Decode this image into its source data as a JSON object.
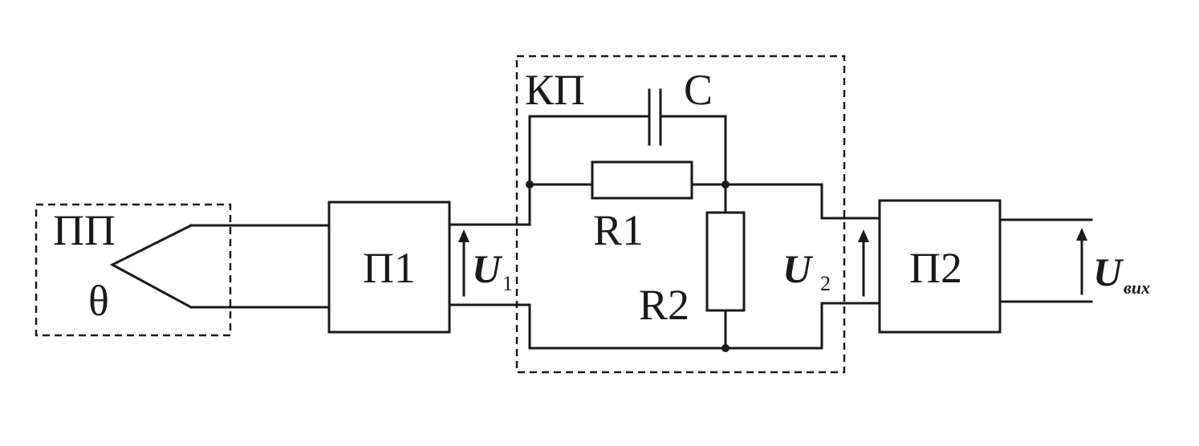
{
  "labels": {
    "sensor": "ПП",
    "theta": "θ",
    "p1": "П1",
    "p2": "П2",
    "kp": "КП",
    "c": "C",
    "r1": "R1",
    "r2": "R2",
    "u1_main": "U",
    "u1_sub": "1",
    "u2_main": "U",
    "u2_sub": "2",
    "uout_main": "U",
    "uout_sub": "вих"
  }
}
